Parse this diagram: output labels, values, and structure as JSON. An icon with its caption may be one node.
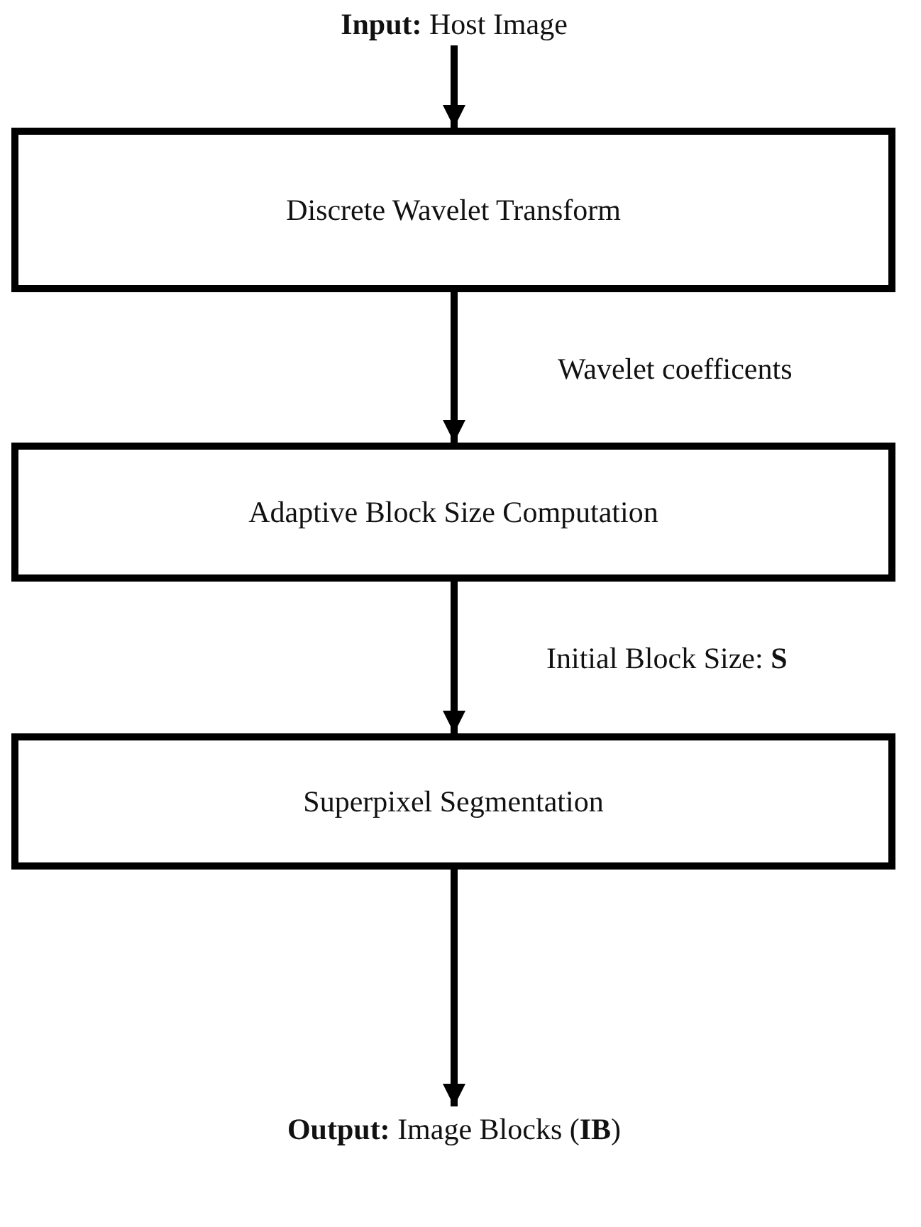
{
  "diagram": {
    "nodes": [
      {
        "text": [
          "**Input:** Host Image"
        ]
      },
      {
        "text": [
          "Discrete Wavelet Transform"
        ]
      },
      {
        "text": [
          "Adaptive Block Size Computation"
        ]
      },
      {
        "text": [
          "Superpixel Segmentation"
        ]
      },
      {
        "text": [
          "**Output:** Image Blocks (**IB**)"
        ]
      }
    ],
    "edges": [
      {
        "from": 0,
        "to": 1,
        "arrow": "to"
      },
      {
        "from": 1,
        "to": 2,
        "arrow": "to",
        "label": "Wavelet coefficents"
      },
      {
        "from": 2,
        "to": 3,
        "arrow": "to",
        "label": "Initial Block Size: **S**"
      },
      {
        "from": 3,
        "to": 4,
        "arrow": "to"
      }
    ]
  }
}
